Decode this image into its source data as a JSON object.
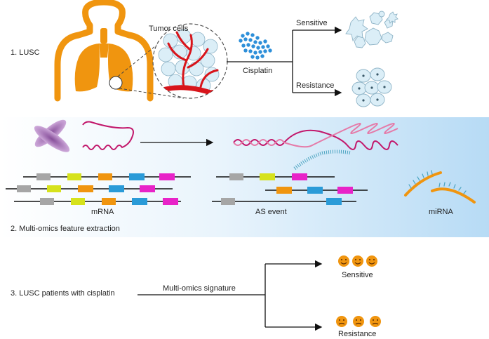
{
  "panel1": {
    "label": "1. LUSC",
    "tumor_label": "Tumor cells",
    "drug_label": "Cisplatin",
    "outcome_top": "Sensitive",
    "outcome_bottom": "Resistance",
    "colors": {
      "body": "#f0950f",
      "vessel": "#d8151b",
      "drug": "#2d8fd9",
      "cell": "#dbeef7"
    }
  },
  "panel2": {
    "label": "2. Multi-omics feature extraction",
    "group_labels": [
      "mRNA",
      "AS event",
      "miRNA"
    ],
    "colors": {
      "band_start": "#ffffff",
      "band_end": "#b7dbf5",
      "chromosome": "#8a4a9c",
      "strand": "#c2176b",
      "mirna": "#f0950f"
    },
    "exon_colors": [
      "#a6a6a6",
      "#d6e21c",
      "#f0950f",
      "#2a9bd8",
      "#e823c8"
    ]
  },
  "panel3": {
    "label": "3. LUSC patients with cisplatin",
    "signature_label": "Multi-omics signature",
    "outcome_top": "Sensitive",
    "outcome_bottom": "Resistance",
    "face_top": "smiling-face-icon",
    "face_bottom": "frowning-face-icon",
    "colors": {
      "face": "#f0950f"
    }
  }
}
